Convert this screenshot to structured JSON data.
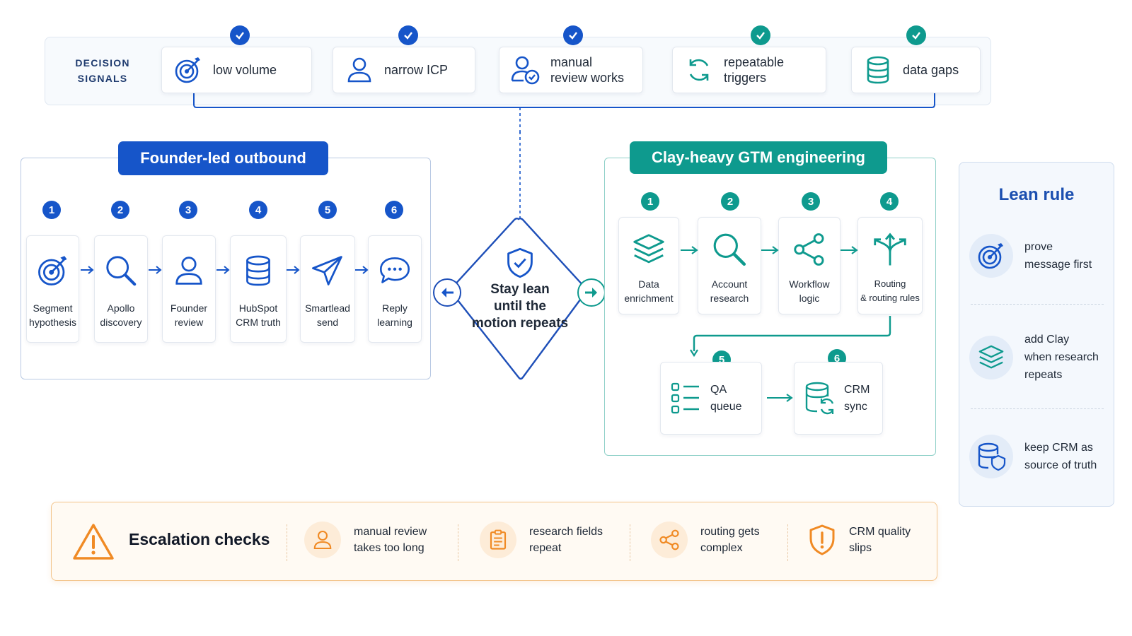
{
  "signals": {
    "label": "DECISION\nSIGNALS",
    "items": [
      {
        "label": "low volume",
        "icon": "target-icon",
        "check_color": "#1655c9"
      },
      {
        "label": "narrow ICP",
        "icon": "person-icon",
        "check_color": "#1655c9"
      },
      {
        "label": "manual\nreview works",
        "icon": "person-check-icon",
        "check_color": "#1655c9"
      },
      {
        "label": "repeatable\ntriggers",
        "icon": "refresh-icon",
        "check_color": "#0e9a8e"
      },
      {
        "label": "data gaps",
        "icon": "database-icon",
        "check_color": "#0e9a8e"
      }
    ]
  },
  "founder": {
    "title": "Founder-led outbound",
    "steps": [
      {
        "num": "1",
        "label": "Segment\nhypothesis",
        "icon": "target-icon"
      },
      {
        "num": "2",
        "label": "Apollo\ndiscovery",
        "icon": "search-icon"
      },
      {
        "num": "3",
        "label": "Founder\nreview",
        "icon": "person-icon"
      },
      {
        "num": "4",
        "label": "HubSpot\nCRM truth",
        "icon": "database-icon"
      },
      {
        "num": "5",
        "label": "Smartlead\nsend",
        "icon": "paper-plane-icon"
      },
      {
        "num": "6",
        "label": "Reply\nlearning",
        "icon": "chat-bubble-icon"
      }
    ]
  },
  "center": {
    "label": "Stay lean\nuntil the\nmotion repeats",
    "icon": "shield-check-icon"
  },
  "clay": {
    "title": "Clay-heavy GTM engineering",
    "steps": [
      {
        "num": "1",
        "label": "Data\nenrichment",
        "icon": "layers-icon"
      },
      {
        "num": "2",
        "label": "Account\nresearch",
        "icon": "search-icon"
      },
      {
        "num": "3",
        "label": "Workflow\nlogic",
        "icon": "workflow-icon"
      },
      {
        "num": "4",
        "label": "Routing\n& routing rules",
        "icon": "routing-icon"
      },
      {
        "num": "5",
        "label": "QA\nqueue",
        "icon": "checklist-icon"
      },
      {
        "num": "6",
        "label": "CRM\nsync",
        "icon": "database-sync-icon"
      }
    ]
  },
  "lean": {
    "title": "Lean rule",
    "items": [
      {
        "label": "prove\nmessage first",
        "icon": "target-icon"
      },
      {
        "label": "add Clay\nwhen research\nrepeats",
        "icon": "layers-icon"
      },
      {
        "label": "keep CRM as\nsource of truth",
        "icon": "database-shield-icon"
      }
    ]
  },
  "escalation": {
    "title": "Escalation checks",
    "icon": "warning-icon",
    "items": [
      {
        "label": "manual review\ntakes too long",
        "icon": "person-icon"
      },
      {
        "label": "research fields\nrepeat",
        "icon": "document-icon"
      },
      {
        "label": "routing gets\ncomplex",
        "icon": "share-icon"
      },
      {
        "label": "CRM quality\nslips",
        "icon": "shield-alert-icon"
      }
    ]
  },
  "colors": {
    "blue": "#1655c9",
    "teal": "#0e9a8e",
    "orange": "#f08a24"
  }
}
